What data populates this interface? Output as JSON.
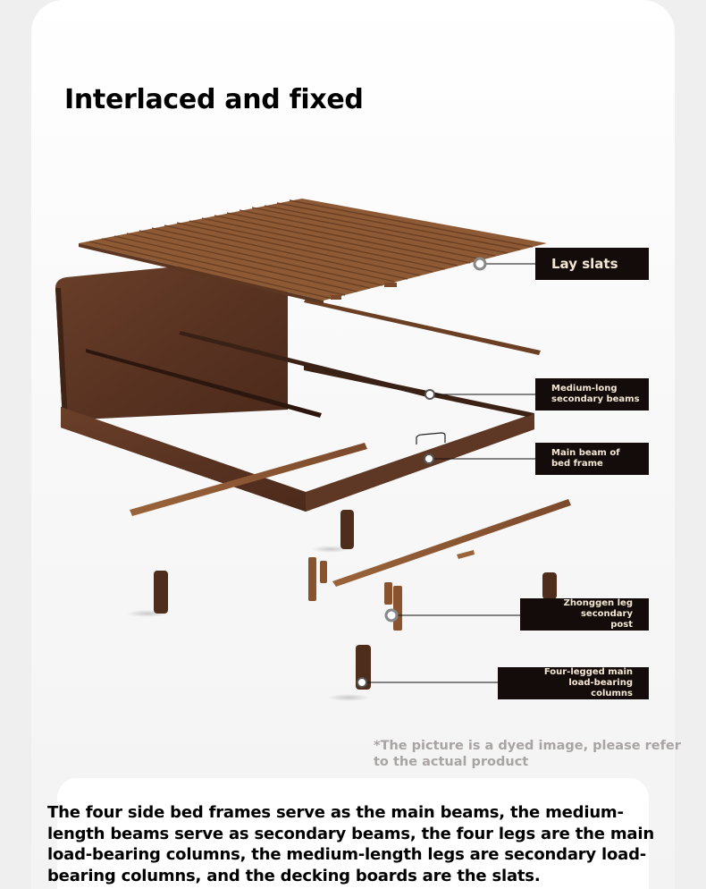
{
  "page": {
    "title": "Interlaced and fixed",
    "disclaimer": "*The picture is a dyed image, please refer to the actual product",
    "description": "The four side bed frames serve as the main beams, the medium-length beams serve as secondary beams, the four legs are the main load-bearing columns, the medium-length legs are secondary load-bearing columns, and the decking boards are the slats."
  },
  "callouts": [
    {
      "id": "slats",
      "label": "Lay slats"
    },
    {
      "id": "secondary-beams",
      "label": "Medium-long secondary beams"
    },
    {
      "id": "main-beam",
      "label": "Main beam of bed frame"
    },
    {
      "id": "secondary-post",
      "label": "Zhonggen leg secondary post"
    },
    {
      "id": "main-columns",
      "label": "Four-legged main load-bearing columns"
    }
  ],
  "colors": {
    "label_bg": "#130c0b",
    "label_text": "#f3e7d3",
    "wood_dark": "#5a3524",
    "wood_light": "#8a5634"
  }
}
